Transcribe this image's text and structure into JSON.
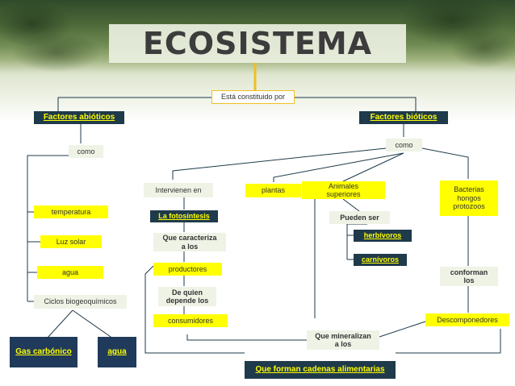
{
  "title": "ECOSISTEMA",
  "nodes": {
    "constituido": "Está constituido por",
    "abioticos": "Factores  abióticos",
    "bioticos": "Factores  bióticos",
    "como_left": "como",
    "como_right": "como",
    "temperatura": "temperatura",
    "luz_solar": "Luz solar",
    "agua": "agua",
    "ciclos": "Ciclos biogeoquímicos",
    "gas_carbonico": "Gas carbónico",
    "agua_bottom": "agua",
    "intervienen": "Intervienen en",
    "fotosintesis": "La fotosíntesis",
    "que_caracteriza": "Que caracteriza a los",
    "productores": "productores",
    "de_quien": "De quien depende los",
    "consumidores": "consumidores",
    "plantas": "plantas",
    "animales": "Animales superiores",
    "pueden_ser": "Pueden ser",
    "herbivoros": "herbívoros",
    "carnivoros": "carnívoros",
    "bacterias": "Bacterias hongos protozoos",
    "conforman": "conforman los",
    "descomponedores": "Descomponedores",
    "que_mineralizan": "Que  mineralizan a los",
    "cadenas": "Que  forman cadenas alimentarias"
  },
  "colors": {
    "connector_top": "#f0c020",
    "connector": "#1f3a4a",
    "yellow": "#ffff00",
    "dark": "#1f3a4a"
  }
}
